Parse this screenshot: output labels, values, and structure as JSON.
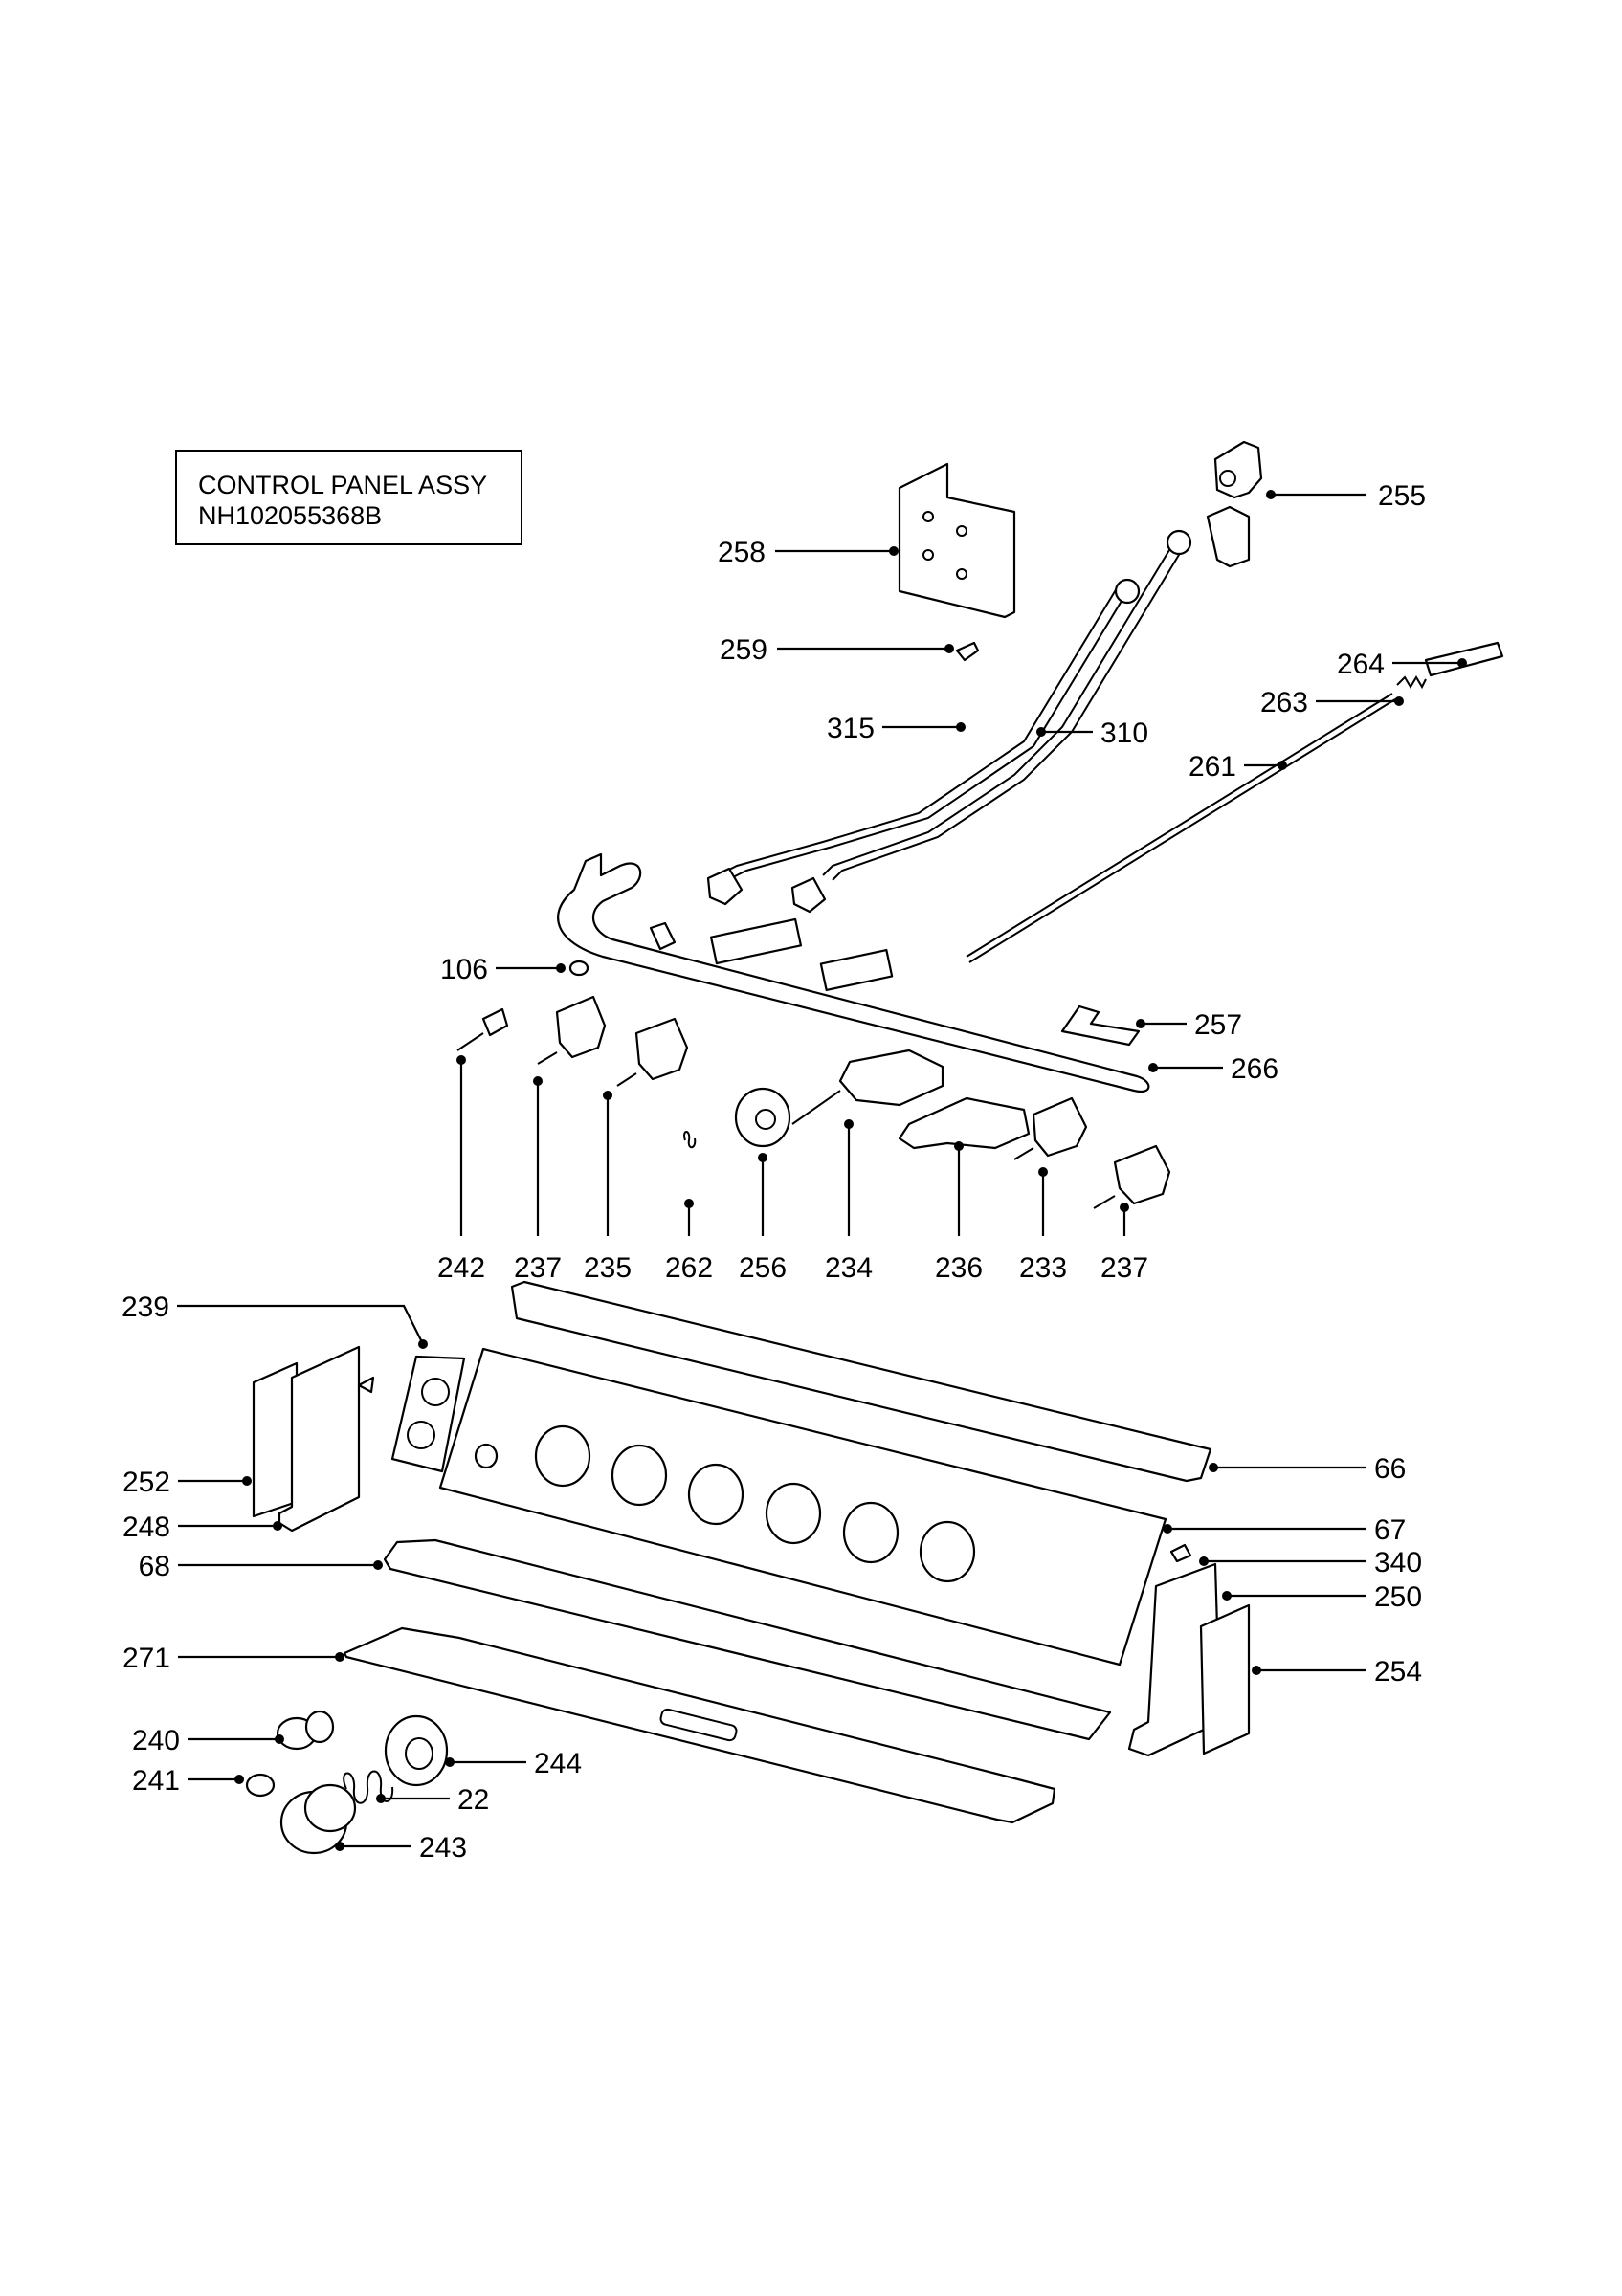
{
  "title": {
    "line1": "CONTROL PANEL ASSY",
    "line2": "NH102055368B"
  },
  "callouts": [
    {
      "id": "c255",
      "label": "255"
    },
    {
      "id": "c258",
      "label": "258"
    },
    {
      "id": "c259",
      "label": "259"
    },
    {
      "id": "c264",
      "label": "264"
    },
    {
      "id": "c263",
      "label": "263"
    },
    {
      "id": "c315",
      "label": "315"
    },
    {
      "id": "c310",
      "label": "310"
    },
    {
      "id": "c261",
      "label": "261"
    },
    {
      "id": "c106",
      "label": "106"
    },
    {
      "id": "c257",
      "label": "257"
    },
    {
      "id": "c266",
      "label": "266"
    },
    {
      "id": "c242",
      "label": "242"
    },
    {
      "id": "c237a",
      "label": "237"
    },
    {
      "id": "c235",
      "label": "235"
    },
    {
      "id": "c262",
      "label": "262"
    },
    {
      "id": "c256",
      "label": "256"
    },
    {
      "id": "c234",
      "label": "234"
    },
    {
      "id": "c236",
      "label": "236"
    },
    {
      "id": "c233",
      "label": "233"
    },
    {
      "id": "c237b",
      "label": "237"
    },
    {
      "id": "c239",
      "label": "239"
    },
    {
      "id": "c66",
      "label": "66"
    },
    {
      "id": "c252",
      "label": "252"
    },
    {
      "id": "c248",
      "label": "248"
    },
    {
      "id": "c67",
      "label": "67"
    },
    {
      "id": "c340",
      "label": "340"
    },
    {
      "id": "c68",
      "label": "68"
    },
    {
      "id": "c250",
      "label": "250"
    },
    {
      "id": "c271",
      "label": "271"
    },
    {
      "id": "c254",
      "label": "254"
    },
    {
      "id": "c240",
      "label": "240"
    },
    {
      "id": "c244",
      "label": "244"
    },
    {
      "id": "c241",
      "label": "241"
    },
    {
      "id": "c22",
      "label": "22"
    },
    {
      "id": "c243",
      "label": "243"
    }
  ]
}
